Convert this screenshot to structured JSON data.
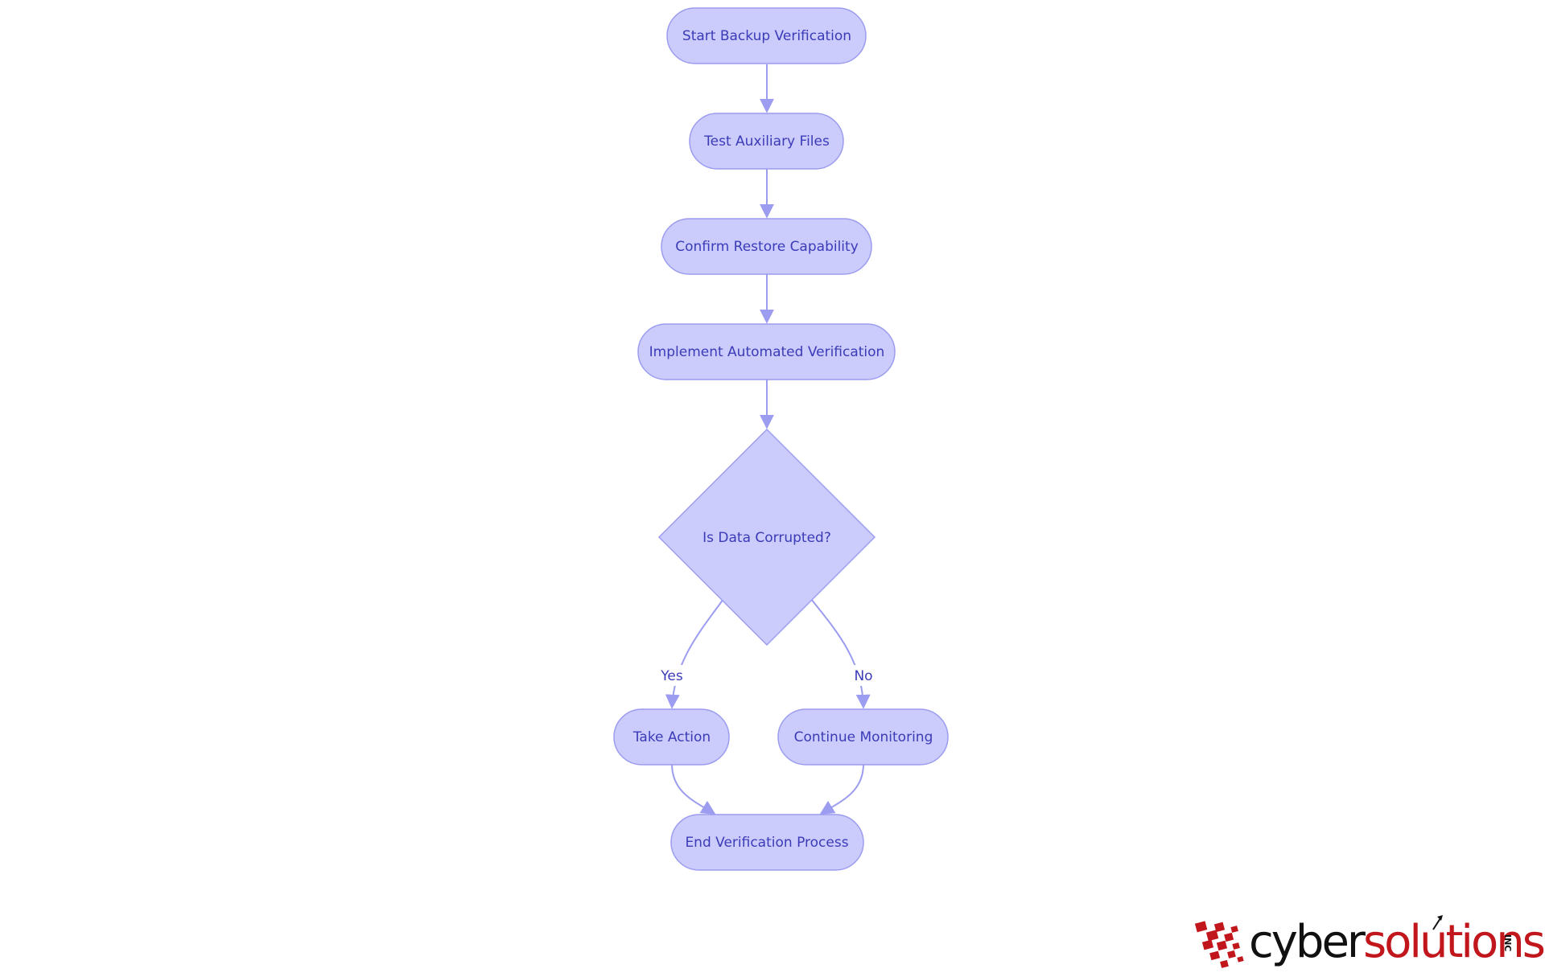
{
  "colors": {
    "node_fill": "#cbccfb",
    "node_stroke": "#9c9cf0",
    "edge": "#9c9cf0",
    "text": "#3b3bb8",
    "logo_black": "#111111",
    "logo_red": "#c0161c"
  },
  "flowchart": {
    "nodes": {
      "start": "Start Backup Verification",
      "test": "Test Auxiliary Files",
      "confirm": "Confirm Restore Capability",
      "implement": "Implement Automated Verification",
      "decision": "Is Data Corrupted?",
      "take_action": "Take Action",
      "continue_monitoring": "Continue Monitoring",
      "end": "End Verification Process"
    },
    "edge_labels": {
      "yes": "Yes",
      "no": "No"
    }
  },
  "logo": {
    "part1": "cyber",
    "part2": "solutions",
    "suffix": "INC"
  }
}
